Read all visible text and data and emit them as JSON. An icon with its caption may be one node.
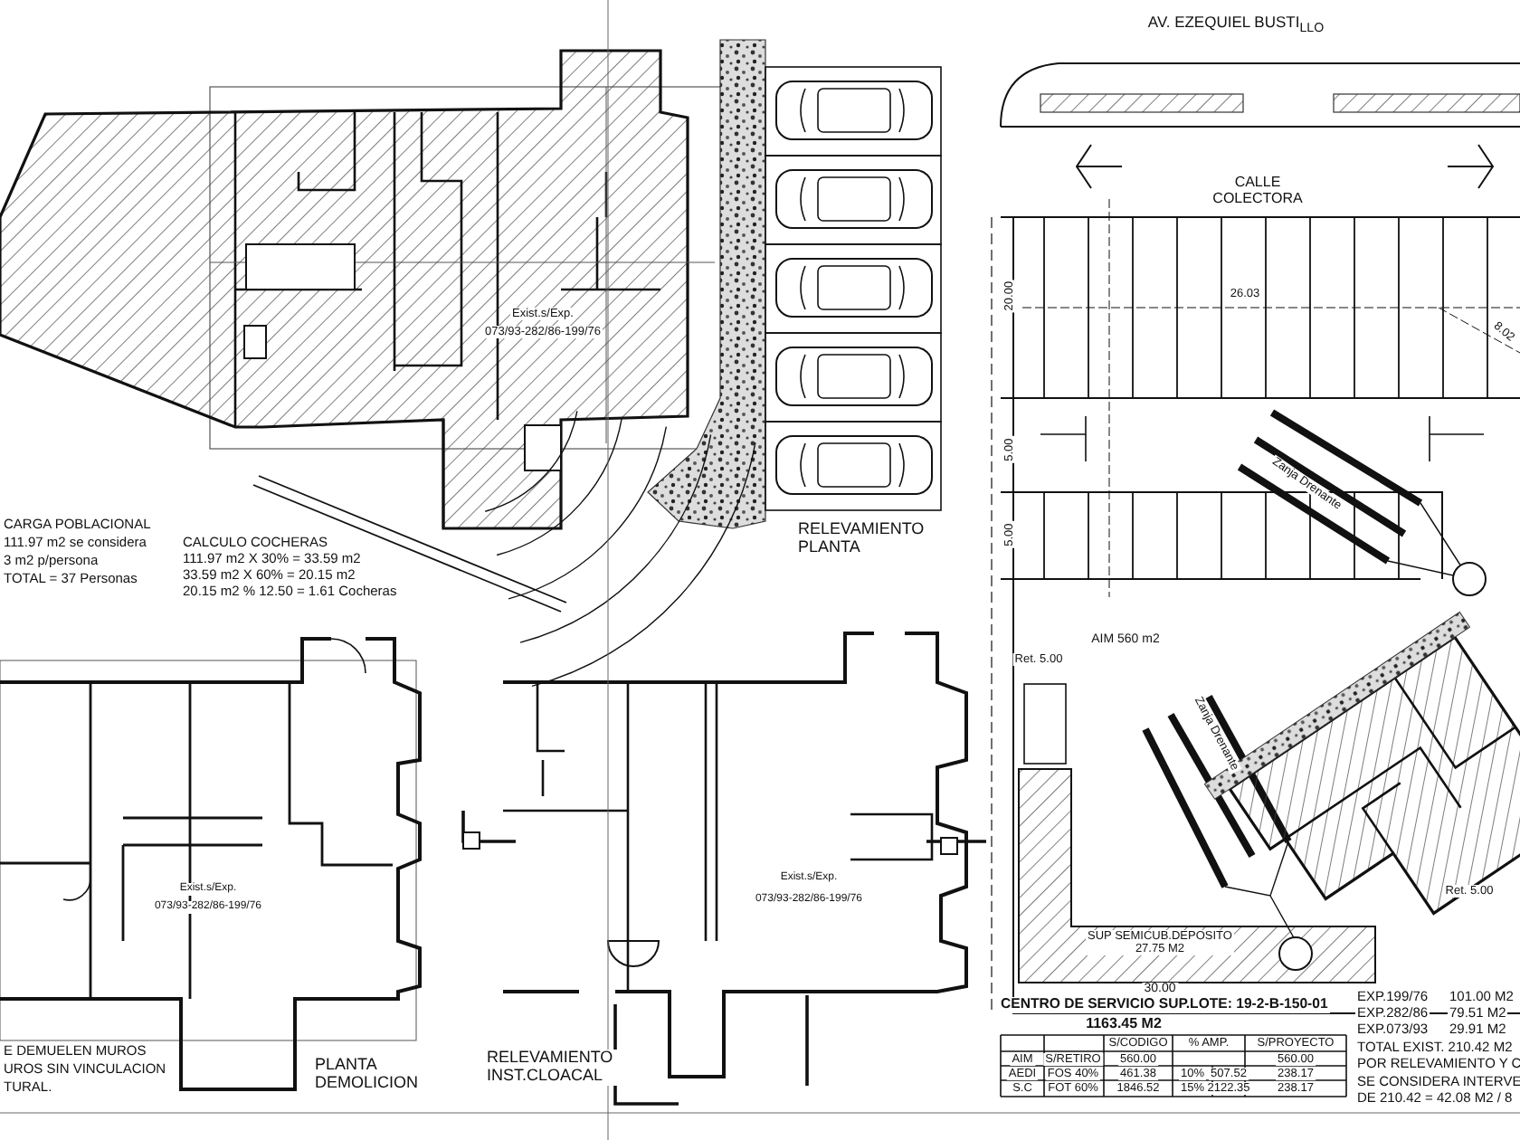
{
  "diagram": {
    "labels": [
      "AV. EZEQUIEL BUSTI$_{LLO}$",
      "CALLE COLECTORA",
      "26.03",
      "8.02",
      "20.00",
      "5.00",
      "5.00",
      "Zanja Drenante",
      "Ret. 5.00",
      "AIM 560 m2",
      "Zanja Drenante",
      "Ret. 5.00",
      "SUP SEMICUB.DEPOSITO 27.75 M2",
      "30.00",
      "CENTRO DE SERVICIO SUP.LOTE: 19-2-B-150-01",
      "1163.45 M2",
      "S/CODIGO",
      "% AMP.",
      "S/PROYECTO",
      "AIM",
      "S/RETIRO",
      "560.00",
      "560.00",
      "AEDI",
      "FOS 40%",
      "461.38",
      "10%",
      "507.52",
      "238.17",
      "S.C",
      "FOT 60%",
      "1846.52",
      "15%",
      "2122.35",
      "238.17",
      "EXP.199/76",
      "101.00 M2",
      "EXP.282/86",
      "79.51 M2",
      "EXP.073/93",
      "29.91 M2",
      "TOTAL EXIST. 210.42 M2",
      "POR RELEVAMIENTO Y C",
      "SE CONSIDERA INTERVE",
      "DE 210.42 = 42.08 M2 / 8",
      "CARGA POBLACIONAL",
      "111.97 m2 se considera",
      "3 m2 p/persona",
      "TOTAL = 37 Personas",
      "CALCULO COCHERAS",
      "111.97 m2 X 30% = 33.59 m2",
      "33.59 m2 X 60% = 20.15 m2",
      "20.15 m2 % 12.50 = 1.61 Cocheras",
      "Exist.s/Exp.",
      "073/93-282/86-199/76",
      "RELEVAMIENTO PLANTA",
      "Exist.s/Exp.",
      "073/93-282/86-199/76",
      "PLANTA DEMOLICION",
      "E DEMUELEN MUROS",
      "UROS SIN VINCULACION",
      "TURAL.",
      "Exist.s/Exp.",
      "073/93-282/86-199/76",
      "RELEVAMIENTO INST.CLOACAL"
    ]
  }
}
